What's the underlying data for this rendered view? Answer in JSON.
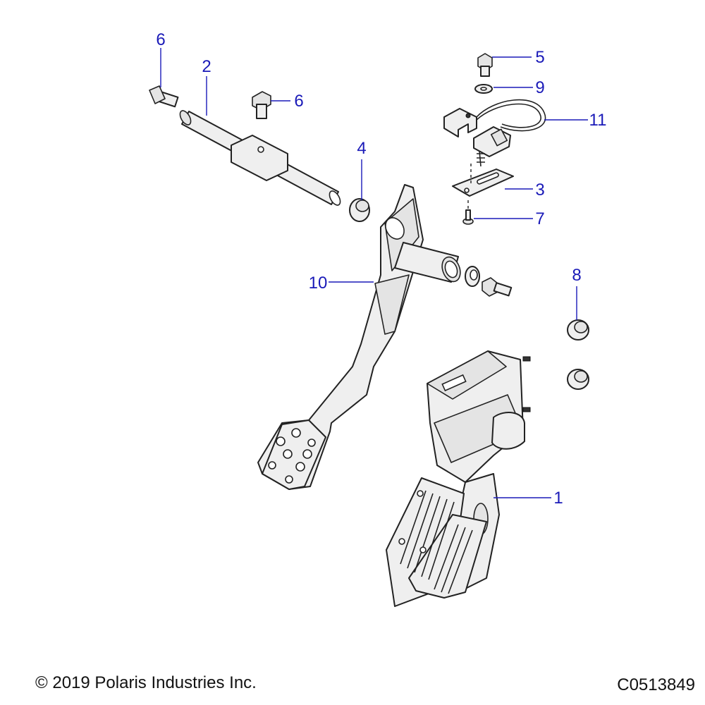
{
  "diagram": {
    "callouts": [
      {
        "id": "c6a",
        "label": "6"
      },
      {
        "id": "c2",
        "label": "2"
      },
      {
        "id": "c6b",
        "label": "6"
      },
      {
        "id": "c4",
        "label": "4"
      },
      {
        "id": "c5",
        "label": "5"
      },
      {
        "id": "c9",
        "label": "9"
      },
      {
        "id": "c11",
        "label": "11"
      },
      {
        "id": "c3",
        "label": "3"
      },
      {
        "id": "c7",
        "label": "7"
      },
      {
        "id": "c10",
        "label": "10"
      },
      {
        "id": "c8",
        "label": "8"
      },
      {
        "id": "c1",
        "label": "1"
      }
    ],
    "parts": [
      {
        "name": "bolt-6-left"
      },
      {
        "name": "pivot-shaft-2"
      },
      {
        "name": "bolt-6-right"
      },
      {
        "name": "bushing-4"
      },
      {
        "name": "bolt-5"
      },
      {
        "name": "washer-9"
      },
      {
        "name": "sensor-harness-11"
      },
      {
        "name": "bracket-3"
      },
      {
        "name": "screw-7"
      },
      {
        "name": "brake-pedal-10"
      },
      {
        "name": "grommets-8"
      },
      {
        "name": "throttle-pedal-assembly-1"
      }
    ]
  },
  "footer": {
    "copyright": "© 2019 Polaris Industries Inc.",
    "figure_id": "C0513849"
  },
  "colors": {
    "callout": "#1a1ab8",
    "line": "#222222",
    "part_fill": "#efefef"
  }
}
